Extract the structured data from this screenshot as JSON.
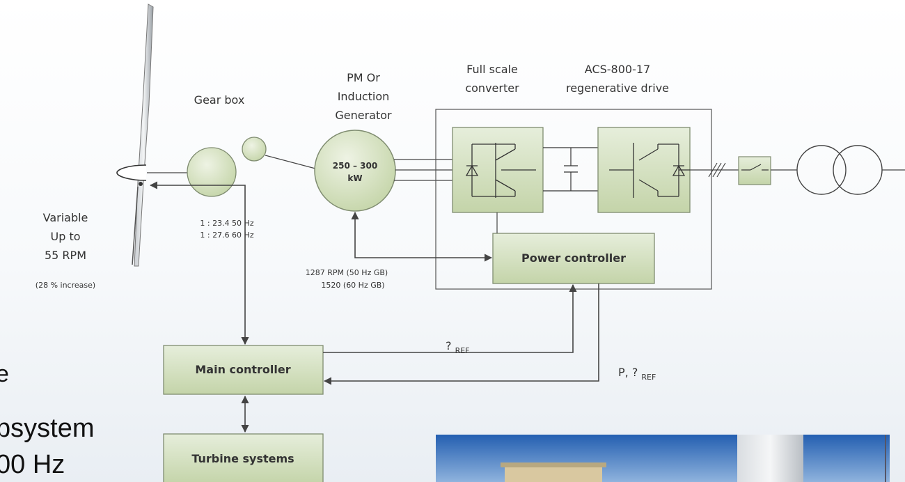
{
  "labels": {
    "gearbox": "Gear box",
    "generator_line1": "PM Or",
    "generator_line2": "Induction",
    "generator_line3": "Generator",
    "converter_line1": "Full scale",
    "converter_line2": "converter",
    "drive_line1": "ACS-800-17",
    "drive_line2": "regenerative drive",
    "power_rating_line1": "250 – 300",
    "power_rating_line2": "kW",
    "gear_ratio_50": "1 : 23.4 50 Hz",
    "gear_ratio_60": "1 : 27.6 60 Hz",
    "rotor_speed_line1": "Variable",
    "rotor_speed_line2": "Up to",
    "rotor_speed_line3": "55 RPM",
    "rotor_speed_note": "(28 % increase)",
    "gen_speed_50": "1287 RPM (50 Hz GB)",
    "gen_speed_60": "1520 (60 Hz GB)",
    "power_controller": "Power controller",
    "main_controller": "Main controller",
    "turbine_systems": "Turbine systems",
    "omega_ref": "? ",
    "ref_sub": "REF",
    "p_omega_ref": "P, ? ",
    "ref_sub2": "REF"
  },
  "slide_text": {
    "fragment_e": "e",
    "fragment_subsystem": "bsystem",
    "fragment_hz": "00 Hz"
  },
  "colors": {
    "block_fill_top": "#e4ecd6",
    "block_fill_bottom": "#c6d6ab",
    "block_stroke": "#7f8c70",
    "line": "#444444",
    "sky_top": "#2b63b4",
    "sky_bottom": "#8fb2dc"
  }
}
